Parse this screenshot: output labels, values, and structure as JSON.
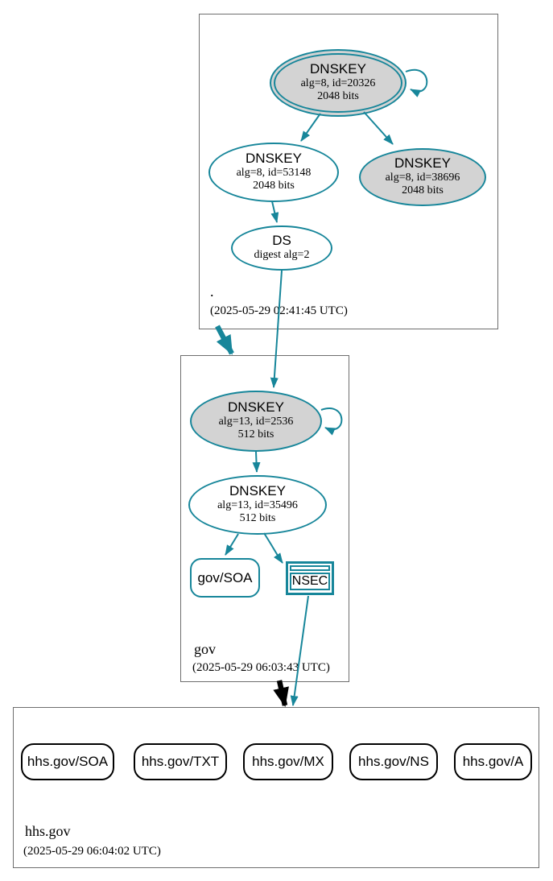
{
  "diagram": {
    "type": "dnssec-authentication-chain",
    "colors": {
      "secure_edge": "#17869a",
      "key_fill": "#d3d3d3",
      "insecure_edge": "#000000",
      "zone_border": "#6e6e6e"
    }
  },
  "zones": {
    "root": {
      "name": ".",
      "timestamp": "(2025-05-29 02:41:45 UTC)",
      "ksk": {
        "title": "DNSKEY",
        "detail1": "alg=8, id=20326",
        "detail2": "2048 bits"
      },
      "zsk": {
        "title": "DNSKEY",
        "detail1": "alg=8, id=53148",
        "detail2": "2048 bits"
      },
      "key3": {
        "title": "DNSKEY",
        "detail1": "alg=8, id=38696",
        "detail2": "2048 bits"
      },
      "ds": {
        "title": "DS",
        "detail1": "digest alg=2"
      }
    },
    "gov": {
      "name": "gov",
      "timestamp": "(2025-05-29 06:03:43 UTC)",
      "ksk": {
        "title": "DNSKEY",
        "detail1": "alg=13, id=2536",
        "detail2": "512 bits"
      },
      "zsk": {
        "title": "DNSKEY",
        "detail1": "alg=13, id=35496",
        "detail2": "512 bits"
      },
      "soa": {
        "label": "gov/SOA"
      },
      "nsec": {
        "label": "NSEC"
      }
    },
    "hhs": {
      "name": "hhs.gov",
      "timestamp": "(2025-05-29 06:04:02 UTC)",
      "rrsets": [
        {
          "label": "hhs.gov/SOA"
        },
        {
          "label": "hhs.gov/TXT"
        },
        {
          "label": "hhs.gov/MX"
        },
        {
          "label": "hhs.gov/NS"
        },
        {
          "label": "hhs.gov/A"
        }
      ]
    }
  }
}
